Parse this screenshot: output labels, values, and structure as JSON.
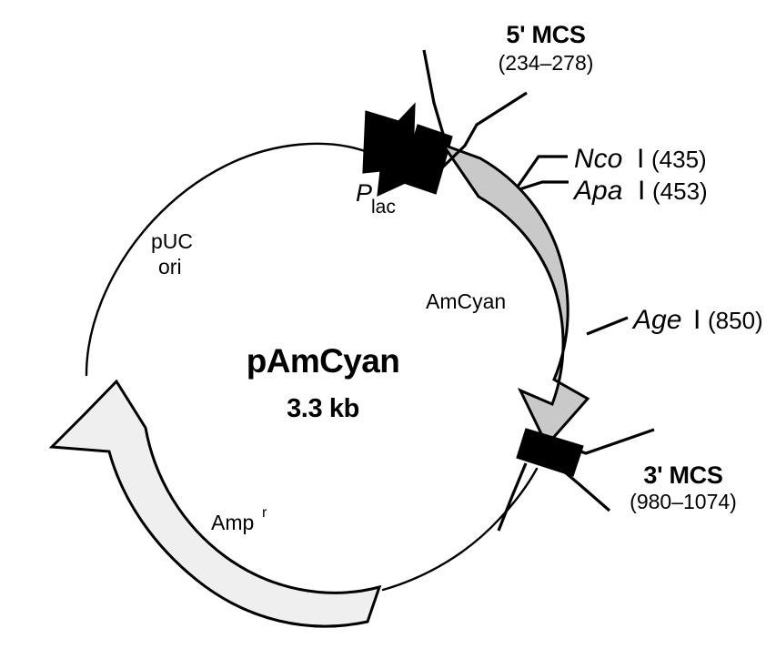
{
  "figure": {
    "kind": "plasmid-map",
    "plasmid_name": "pAmCyan",
    "plasmid_size": "3.3 kb",
    "background_color": "#ffffff",
    "line_color": "#000000"
  },
  "center_label": {
    "name": "pAmCyan",
    "size": "3.3 kb"
  },
  "features": [
    {
      "id": "plac",
      "label": "P",
      "subscript": "lac",
      "superscript": "",
      "kind": "promoter-arrow",
      "fill": "#000000",
      "direction": "clockwise"
    },
    {
      "id": "amcyan",
      "label": "AmCyan",
      "subscript": "",
      "superscript": "",
      "kind": "gene-arrow",
      "fill": "#c9c9c9",
      "direction": "clockwise"
    },
    {
      "id": "ampr",
      "label": "Amp",
      "subscript": "",
      "superscript": "r",
      "kind": "gene-arrow",
      "fill": "#efefef",
      "direction": "counter-clockwise"
    },
    {
      "id": "puc-ori",
      "label_line1": "pUC",
      "label_line2": "ori",
      "kind": "origin",
      "fill": "none",
      "direction": ""
    }
  ],
  "mcs_sites": [
    {
      "id": "mcs-5",
      "name": "5' MCS",
      "range": "(234–278)",
      "fill": "#000000"
    },
    {
      "id": "mcs-3",
      "name": "3' MCS",
      "range": "(980–1074)",
      "fill": "#000000"
    }
  ],
  "restriction_sites": [
    {
      "id": "nco-i",
      "enzyme": "Nco",
      "roman": "I",
      "position": "(435)"
    },
    {
      "id": "apa-i",
      "enzyme": "Apa",
      "roman": "I",
      "position": "(453)"
    },
    {
      "id": "age-i",
      "enzyme": "Age",
      "roman": "I",
      "position": "(850)"
    }
  ]
}
